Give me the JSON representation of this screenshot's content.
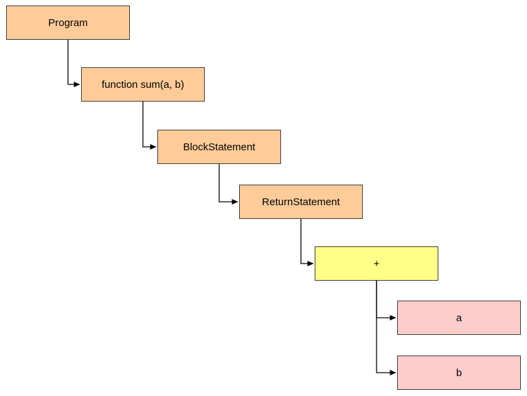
{
  "diagram": {
    "background": "#ffffff",
    "nodes": [
      {
        "id": "program",
        "label": "Program",
        "fill": "#FFCC99"
      },
      {
        "id": "function-declaration",
        "label": "function sum(a, b)",
        "fill": "#FFCC99"
      },
      {
        "id": "block-statement",
        "label": "BlockStatement",
        "fill": "#FFCC99"
      },
      {
        "id": "return-statement",
        "label": "ReturnStatement",
        "fill": "#FFCC99"
      },
      {
        "id": "binary-expression",
        "label": "+",
        "fill": "#FFFF88"
      },
      {
        "id": "identifier-a",
        "label": "a",
        "fill": "#FFCCCC"
      },
      {
        "id": "identifier-b",
        "label": "b",
        "fill": "#FFCCCC"
      }
    ],
    "edges": [
      {
        "from": "Program",
        "to": "function sum(a, b)"
      },
      {
        "from": "function sum(a, b)",
        "to": "BlockStatement"
      },
      {
        "from": "BlockStatement",
        "to": "ReturnStatement"
      },
      {
        "from": "ReturnStatement",
        "to": "+"
      },
      {
        "from": "+",
        "to": "a"
      },
      {
        "from": "+",
        "to": "b"
      }
    ],
    "colors": {
      "node_orange": "#FFCC99",
      "node_yellow": "#FFFF88",
      "node_pink": "#FFCCCC",
      "node_border": "#3b3b3b",
      "connector": "#000000",
      "text": "#000000"
    }
  }
}
